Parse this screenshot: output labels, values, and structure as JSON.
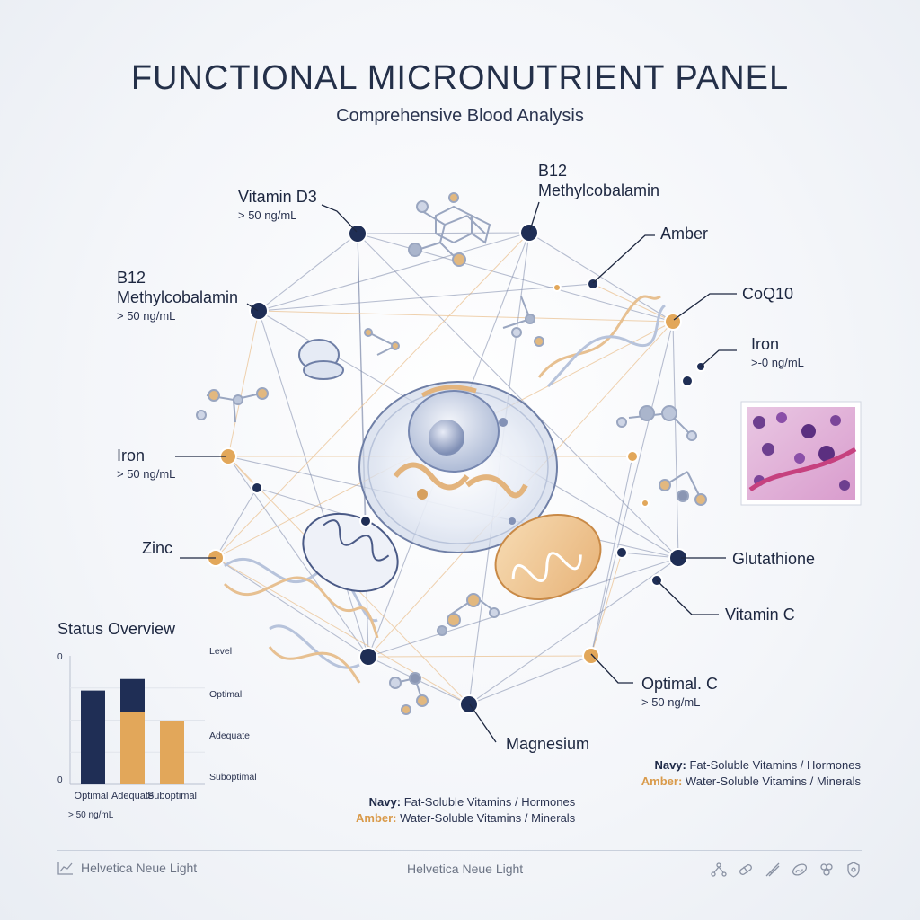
{
  "header": {
    "title": "FUNCTIONAL MICRONUTRIENT PANEL",
    "subtitle": "Comprehensive Blood Analysis"
  },
  "labels": {
    "vitamin_d3": {
      "name": "Vitamin D3",
      "value": "> 50 ng/mL"
    },
    "b12_top": {
      "name": "B12",
      "sub": "Methylcobalamin"
    },
    "b12_left": {
      "name": "B12",
      "sub": "Methylcobalamin",
      "value": "> 50 ng/mL"
    },
    "amber": {
      "name": "Amber"
    },
    "coq10": {
      "name": "CoQ10"
    },
    "iron_right": {
      "name": "Iron",
      "value": ">-0 ng/mL"
    },
    "iron_left": {
      "name": "Iron",
      "value": "> 50 ng/mL"
    },
    "zinc": {
      "name": "Zinc"
    },
    "glutathione": {
      "name": "Glutathione"
    },
    "vitamin_c": {
      "name": "Vitamin C"
    },
    "optimal_c": {
      "name": "Optimal. C",
      "value": "> 50 ng/mL"
    },
    "magnesium": {
      "name": "Magnesium"
    }
  },
  "legend_right": {
    "navy_key": "Navy:",
    "navy_text": " Fat-Soluble Vitamins / Hormones",
    "amber_key": "Amber:",
    "amber_text": " Water-Soluble Vitamins / Minerals"
  },
  "legend_center": {
    "navy_key": "Navy:",
    "navy_text": " Fat-Soluble Vitamins / Hormones",
    "amber_key": "Amber:",
    "amber_text": " Water-Soluble Vitamins / Minerals"
  },
  "status": {
    "title": "Status Overview"
  },
  "chart_data": {
    "type": "bar",
    "title": "Status Overview",
    "categories": [
      "Optimal",
      "Adequate",
      "Suboptimal"
    ],
    "stack_bottom": {
      "values": [
        73,
        56,
        49
      ]
    },
    "stack_top": {
      "values": [
        0,
        26,
        0
      ]
    },
    "ylim": [
      0,
      100
    ],
    "y_tick_labels": [
      "0",
      "0"
    ],
    "right_labels": [
      "Level",
      "Optimal",
      "Adequate",
      "Suboptimal"
    ],
    "x_note": "> 50 ng/mL",
    "colors": {
      "navy": "#1f2e55",
      "amber": "#e2a75a"
    }
  },
  "footer": {
    "left": "Helvetica Neue Light",
    "center": "Helvetica Neue Light"
  },
  "colors": {
    "navy": "#1f2e55",
    "amber": "#e2a75a",
    "line": "#8a96b3"
  }
}
